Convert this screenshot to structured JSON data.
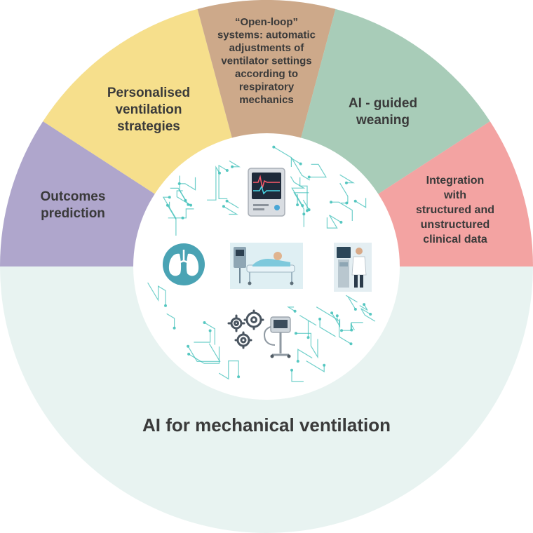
{
  "diagram": {
    "title": "AI for mechanical ventilation",
    "segments": [
      {
        "id": "outcomes",
        "lines": [
          "Outcomes",
          "prediction"
        ],
        "color": "#afa6cc"
      },
      {
        "id": "personalised",
        "lines": [
          "Personalised",
          "ventilation",
          "strategies"
        ],
        "color": "#f6df8c"
      },
      {
        "id": "open-loop",
        "lines": [
          "“Open-loop”",
          "systems: automatic",
          "adjustments of",
          "ventilator settings",
          "according to",
          "respiratory",
          "mechanics"
        ],
        "color": "#cda98a"
      },
      {
        "id": "weaning",
        "lines": [
          "AI - guided",
          "weaning"
        ],
        "color": "#a8ccb8"
      },
      {
        "id": "integration",
        "lines": [
          "Integration",
          "with",
          "structured and",
          "unstructured",
          "clinical data"
        ],
        "color": "#f3a3a2"
      }
    ],
    "colors": {
      "base": "#e8f3f1",
      "circuit": "#3fbfb8",
      "lung_bg": "#4aa3b4"
    },
    "icons": [
      "lungs-icon",
      "monitor-icon",
      "hospital-bed-icon",
      "doctor-icon",
      "gears-icon",
      "ventilator-icon"
    ]
  }
}
